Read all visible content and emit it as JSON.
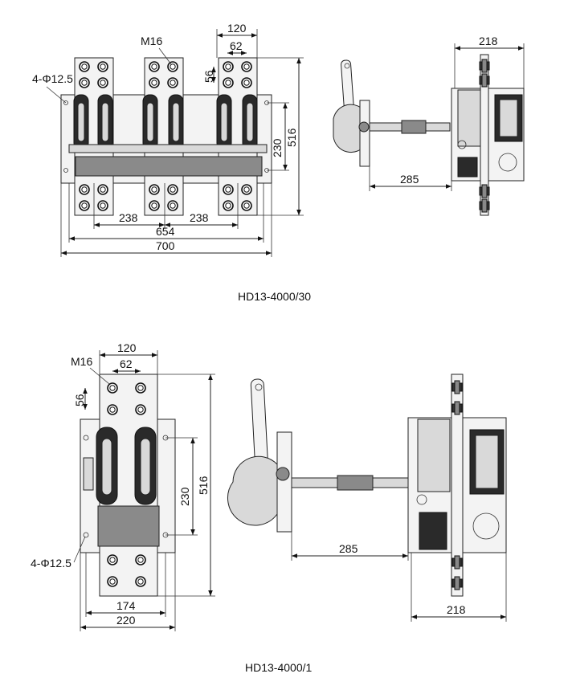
{
  "diagram_top": {
    "caption": "HD13-4000/30",
    "front": {
      "bolt_label": "M16",
      "hole_label": "4-Φ12.5",
      "dims": {
        "d120": "120",
        "d62": "62",
        "d56": "56",
        "d230": "230",
        "d516": "516",
        "d238a": "238",
        "d238b": "238",
        "d654": "654",
        "d700": "700"
      }
    },
    "side": {
      "dims": {
        "d218": "218",
        "d285": "285"
      }
    }
  },
  "diagram_bottom": {
    "caption": "HD13-4000/1",
    "front": {
      "bolt_label": "M16",
      "hole_label": "4-Φ12.5",
      "dims": {
        "d120": "120",
        "d62": "62",
        "d56": "56",
        "d230": "230",
        "d516": "516",
        "d174": "174",
        "d220": "220"
      }
    },
    "side": {
      "dims": {
        "d285": "285",
        "d218": "218"
      }
    }
  }
}
